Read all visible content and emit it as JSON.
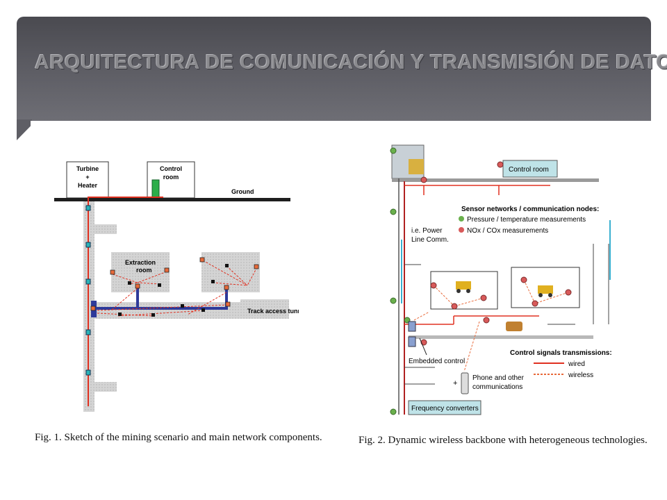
{
  "slide": {
    "title": "ARQUITECTURA DE COMUNICACIÓN Y TRANSMISIÓN DE DATOS."
  },
  "fig1": {
    "caption": "Fig. 1.   Sketch of the mining scenario and main network components.",
    "turbine_line1": "Turbine",
    "turbine_line2": "+",
    "turbine_line3": "Heater",
    "control_line1": "Control",
    "control_line2": "room",
    "ground": "Ground",
    "extraction_line1": "Extraction",
    "extraction_line2": "room",
    "tunnel": "Track access tunnel"
  },
  "fig2": {
    "caption": "Fig. 2.   Dynamic wireless backbone with heterogeneous technologies.",
    "control_room": "Control room",
    "sensor_title": "Sensor networks / communication nodes:",
    "sensor_item1": "Pressure / temperature measurements",
    "sensor_item2": "NOx / COx measurements",
    "plc_line1": "i.e. Power",
    "plc_line2": "Line Comm.",
    "embedded": "Embedded control",
    "phone_line1": "Phone and other",
    "phone_line2": "communications",
    "plus": "+",
    "signals_title": "Control signals transmissions:",
    "wired": "wired",
    "wireless": "wireless",
    "freq": "Frequency converters"
  },
  "colors": {
    "banner": "#5b5b62",
    "title_text": "#8a8a8e",
    "pipe_blue": "#2e3a9a",
    "wire_red": "#e03020",
    "sensor_green": "#6ab04c",
    "sensor_red": "#d85a5a",
    "label_box": "#bfe3e8"
  }
}
